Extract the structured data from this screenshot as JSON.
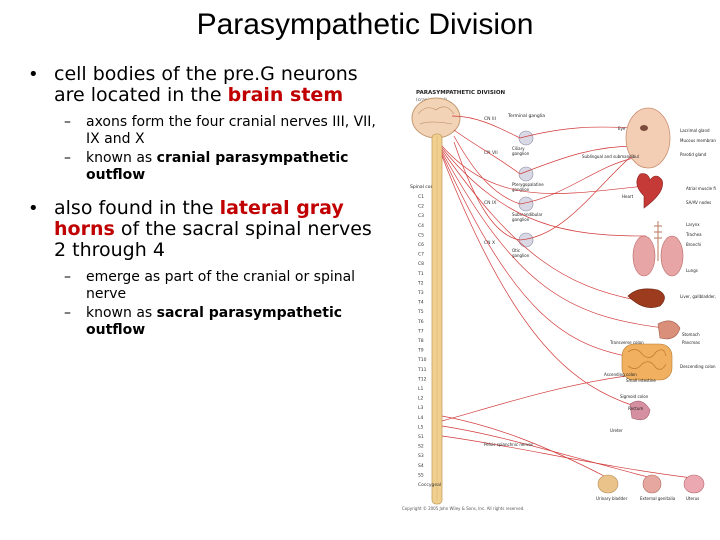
{
  "slide": {
    "title": "Parasympathetic Division"
  },
  "bullets": [
    {
      "pre": "cell bodies of the pre.G neurons are located in the ",
      "highlight": "brain stem",
      "post": "",
      "subs": [
        {
          "pre": "axons form the four cranial nerves III, VII, IX and X",
          "bold": ""
        },
        {
          "pre": "known as ",
          "bold": "cranial parasympathetic outflow"
        }
      ]
    },
    {
      "pre": "also found in the ",
      "highlight": "lateral gray horns",
      "post": " of the sacral spinal nerves 2 through 4",
      "subs": [
        {
          "pre": "emerge as part of the cranial or spinal nerve",
          "bold": ""
        },
        {
          "pre": "known as ",
          "bold": "sacral parasympathetic outflow"
        }
      ]
    }
  ],
  "figure": {
    "header": "PARASYMPATHETIC DIVISION",
    "header_sub": "(craniosacral)",
    "terminal_ganglia": "Terminal ganglia",
    "spinal_cord": "Spinal cord",
    "cranial_nerves": [
      "CN III",
      "CN VII",
      "CN IX",
      "CN X"
    ],
    "ganglia": [
      "Ciliary ganglion",
      "Pterygopalatine ganglion",
      "Submandibular ganglion",
      "Otic ganglion"
    ],
    "segments": [
      "C1",
      "C2",
      "C3",
      "C4",
      "C5",
      "C6",
      "C7",
      "C8",
      "T1",
      "T2",
      "T3",
      "T4",
      "T5",
      "T6",
      "T7",
      "T8",
      "T9",
      "T10",
      "T11",
      "T12",
      "L1",
      "L2",
      "L3",
      "L4",
      "L5",
      "S1",
      "S2",
      "S3",
      "S4",
      "S5",
      "Coccygeal"
    ],
    "organs": [
      "Eye",
      "Lacrimal gland",
      "Mucous membrane of mouth and nose",
      "Parotid gland",
      "Sublingual and submandibular glands",
      "Heart",
      "Atrial muscle fibers",
      "SA/AV nodes",
      "Larynx",
      "Trachea",
      "Bronchi",
      "Lungs",
      "Liver, gallbladder, and bile ducts",
      "Stomach",
      "Pancreas",
      "Transverse colon",
      "Small intestine",
      "Ascending colon",
      "Descending colon",
      "Sigmoid colon",
      "Rectum",
      "Pelvic splanchnic nerves",
      "Ureter",
      "Urinary bladder",
      "External genitalia",
      "Uterus"
    ],
    "copyright": "Copyright © 2005 John Wiley & Sons, Inc. All rights reserved."
  },
  "colors": {
    "highlight": "#c00000",
    "nerve": "#d23a3a",
    "spine": "#e8c38a"
  }
}
